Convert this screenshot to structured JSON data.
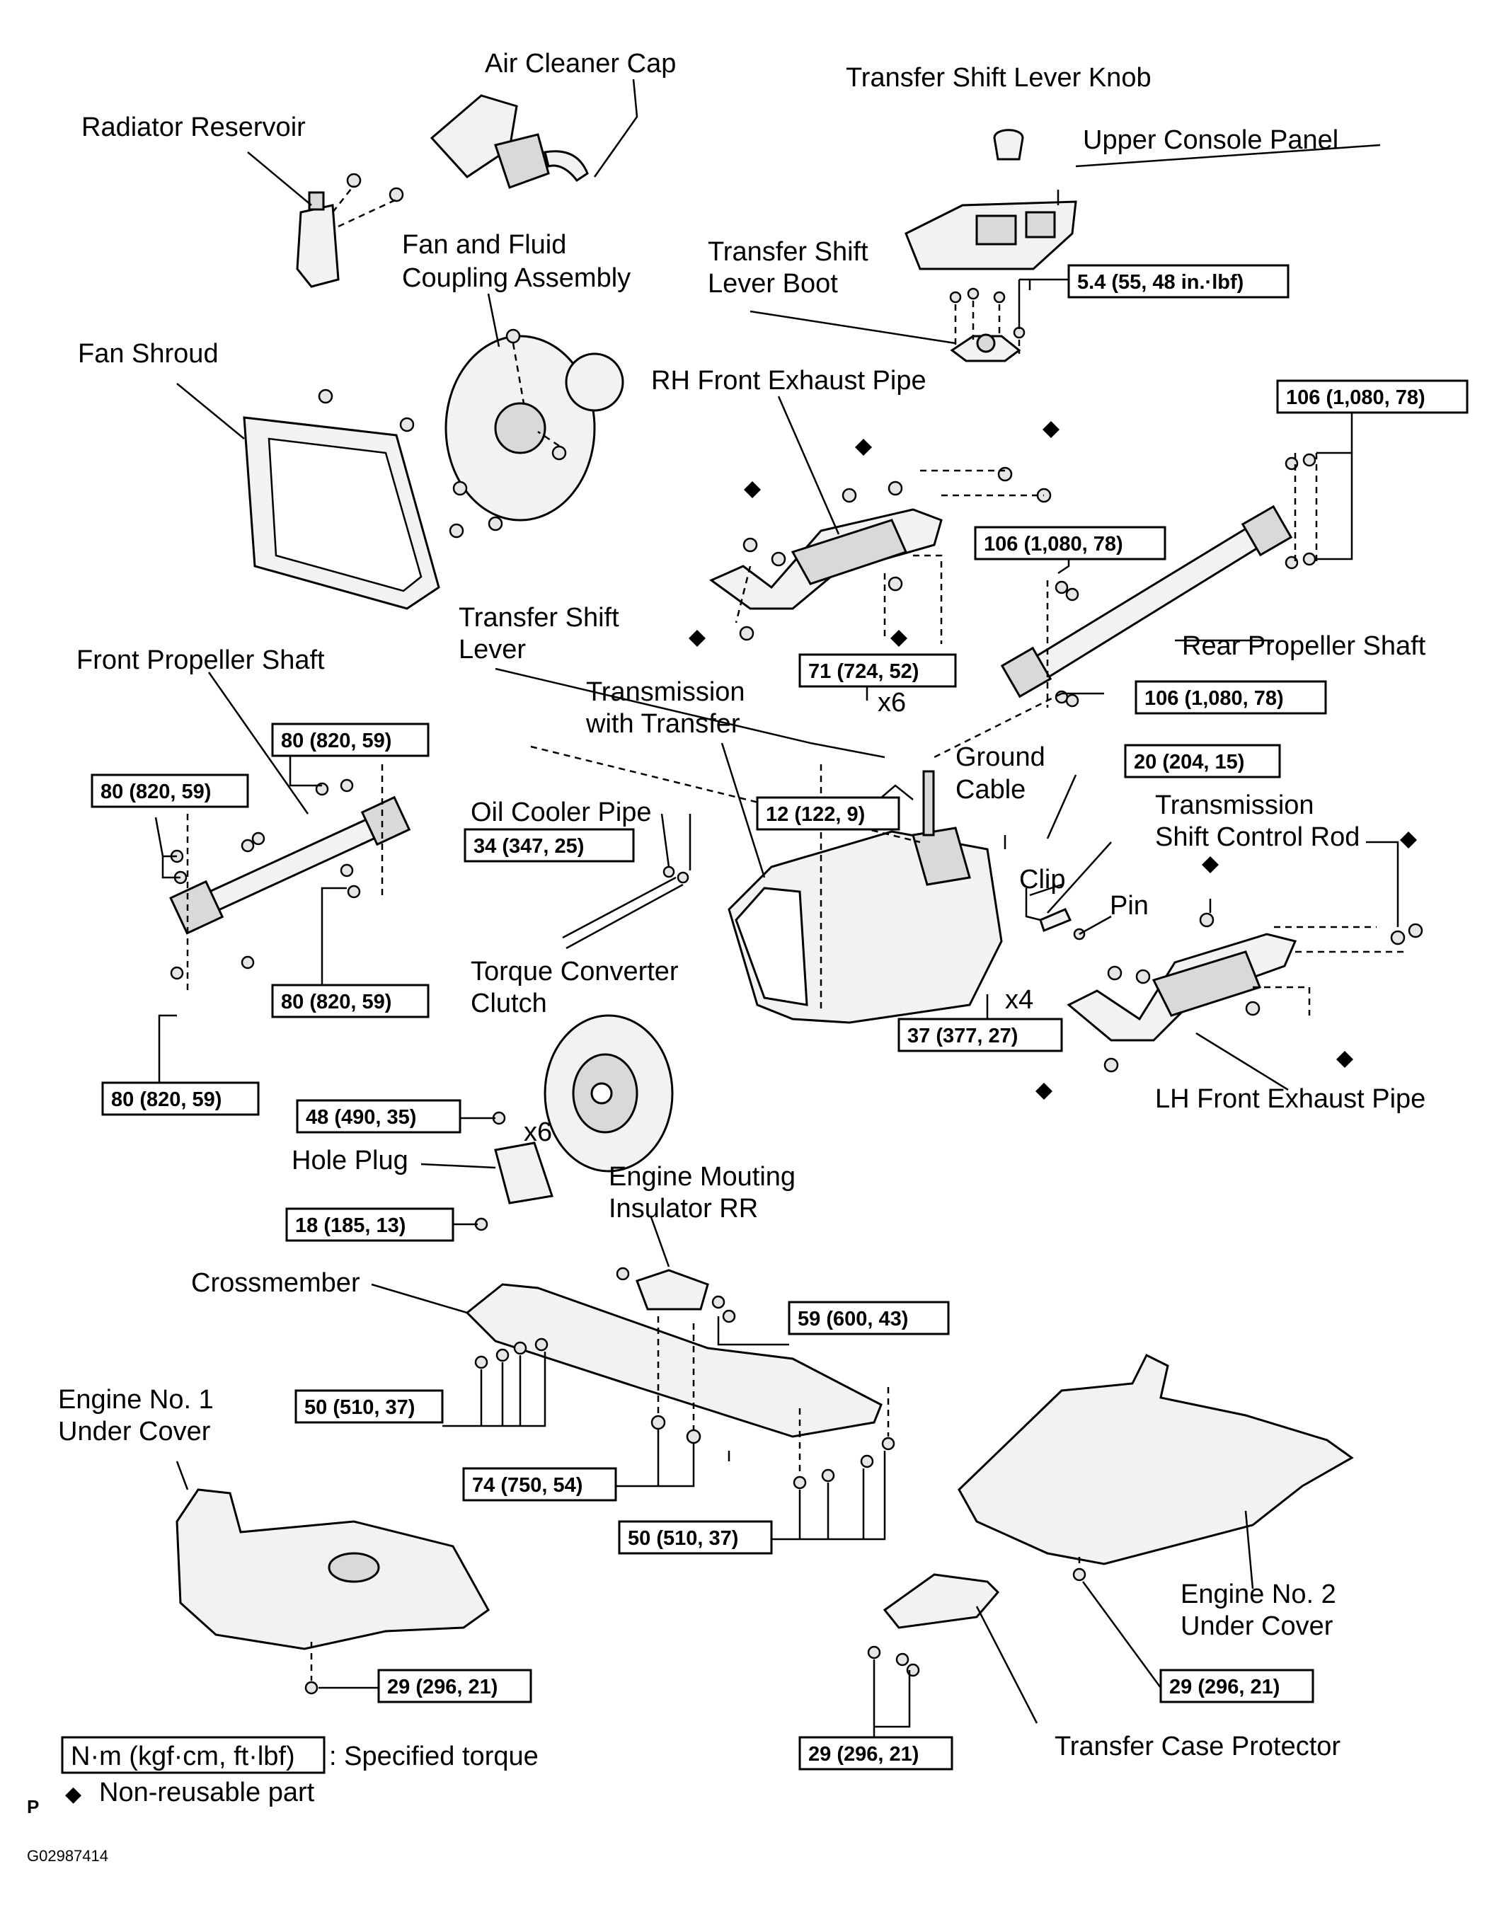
{
  "labels": {
    "air_cleaner_cap": "Air Cleaner Cap",
    "transfer_shift_lever_knob": "Transfer Shift Lever Knob",
    "radiator_reservoir": "Radiator Reservoir",
    "upper_console_panel": "Upper Console Panel",
    "fan_fluid_coupling_1": "Fan and Fluid",
    "fan_fluid_coupling_2": "Coupling Assembly",
    "transfer_shift_lever_boot_1": "Transfer Shift",
    "transfer_shift_lever_boot_2": "Lever Boot",
    "fan_shroud": "Fan Shroud",
    "rh_front_exhaust_pipe": "RH Front Exhaust Pipe",
    "transfer_shift_lever_1": "Transfer Shift",
    "transfer_shift_lever_2": "Lever",
    "rear_propeller_shaft": "Rear Propeller Shaft",
    "front_propeller_shaft": "Front Propeller Shaft",
    "transmission_with_transfer_1": "Transmission",
    "transmission_with_transfer_2": "with Transfer",
    "ground_cable_1": "Ground",
    "ground_cable_2": "Cable",
    "oil_cooler_pipe": "Oil Cooler Pipe",
    "transmission_shift_control_rod_1": "Transmission",
    "transmission_shift_control_rod_2": "Shift Control Rod",
    "clip": "Clip",
    "pin": "Pin",
    "torque_converter_clutch_1": "Torque Converter",
    "torque_converter_clutch_2": "Clutch",
    "lh_front_exhaust_pipe": "LH Front Exhaust Pipe",
    "hole_plug": "Hole Plug",
    "engine_mounting_insulator_1": "Engine Mouting",
    "engine_mounting_insulator_2": "Insulator RR",
    "crossmember": "Crossmember",
    "engine_no1_under_cover_1": "Engine No. 1",
    "engine_no1_under_cover_2": "Under Cover",
    "engine_no2_under_cover_1": "Engine No. 2",
    "engine_no2_under_cover_2": "Under Cover",
    "transfer_case_protector": "Transfer Case Protector"
  },
  "multipliers": {
    "x6_propeller": "x6",
    "x4_transmission": "x4",
    "x6_converter": "x6"
  },
  "torques": {
    "console_bolts": "5.4 (55, 48 in.·lbf)",
    "rear_shaft_rear": "106 (1,080, 78)",
    "rear_shaft_mid": "106 (1,080, 78)",
    "rear_shaft_front": "106 (1,080, 78)",
    "exhaust_to_trans": "71 (724, 52)",
    "front_shaft_top": "80 (820, 59)",
    "front_shaft_left": "80 (820, 59)",
    "front_shaft_mid": "80 (820, 59)",
    "front_shaft_bottom": "80 (820, 59)",
    "shift_lever": "12 (122, 9)",
    "ground_cable": "20 (204, 15)",
    "oil_cooler_pipe": "34 (347, 25)",
    "trans_to_engine": "37 (377, 27)",
    "torque_converter": "48 (490, 35)",
    "hole_plug": "18 (185, 13)",
    "insulator": "59 (600, 43)",
    "crossmember_left": "50 (510, 37)",
    "crossmember_center": "74 (750, 54)",
    "crossmember_right": "50 (510, 37)",
    "under_cover_1": "29 (296, 21)",
    "under_cover_2": "29 (296, 21)",
    "protector": "29 (296, 21)"
  },
  "legend": {
    "unit_box": "N·m (kgf·cm, ft·lbf)",
    "unit_text": ": Specified torque",
    "non_reusable_symbol": "◆",
    "non_reusable_text": "Non-reusable part"
  },
  "footer": {
    "page_mark": "P",
    "figure_id": "G02987414"
  }
}
